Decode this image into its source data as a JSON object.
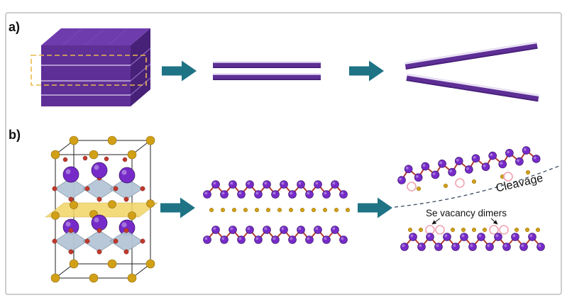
{
  "figure": {
    "panel_a": "a)",
    "panel_b": "b)",
    "cleavage": "Cleavage",
    "vacancy": "Se vacancy dimers"
  },
  "colors": {
    "purple_front": "#5e2f96",
    "purple_top": "#6f3cae",
    "purple_side": "#472078",
    "slab_highlight": "#ece4f6",
    "layer_line": "#cbb7e6",
    "dashed_gold": "#e9b94d",
    "teal_arrow": "#1e7385",
    "atom_purple": "#762bc9",
    "bond_red": "#b03a2e",
    "atom_gold": "#d2a017",
    "atom_red": "#c0392b",
    "octahedra_gray": "#b6c6d6",
    "plane_yellow": "#f2d465",
    "vacancy_pink": "#efa3b0",
    "cleave_dash": "#3a4a5e",
    "frame_gray": "#bdbdbd",
    "text": "#111111"
  }
}
